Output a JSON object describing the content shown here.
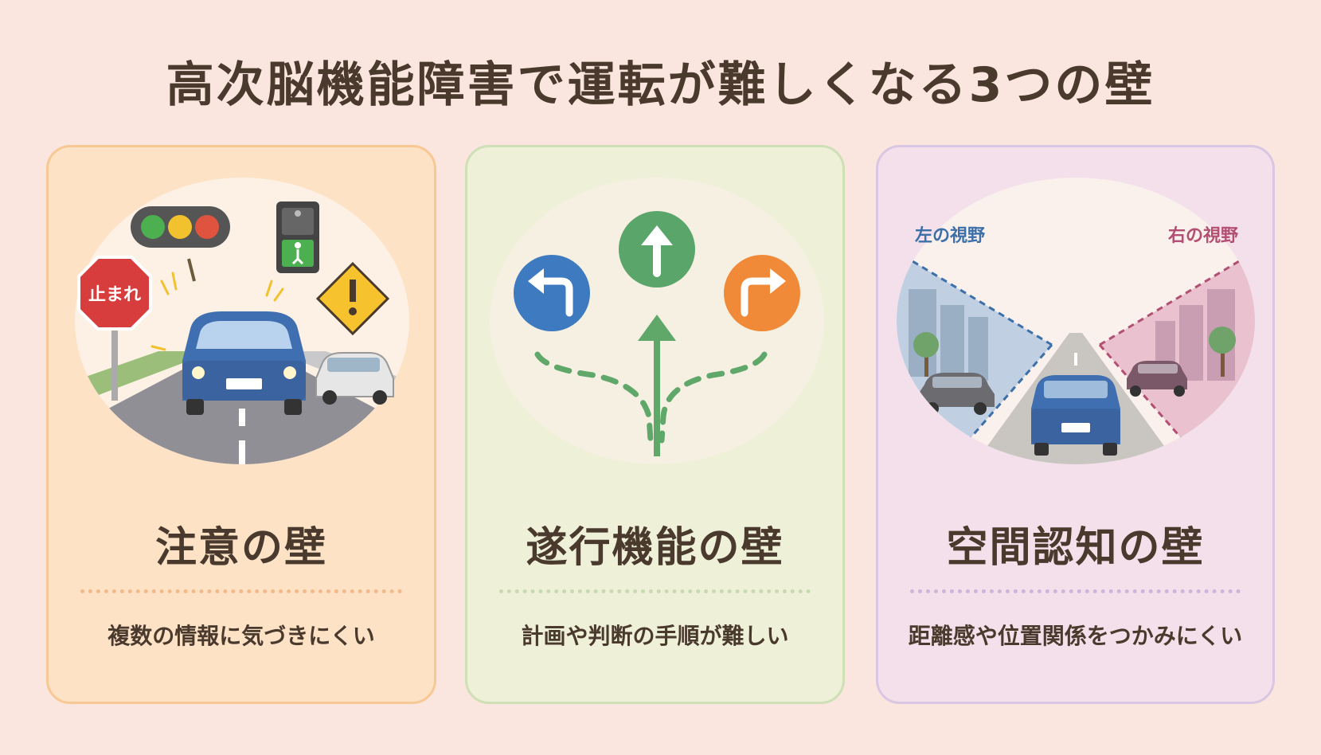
{
  "title": "高次脳機能障害で運転が難しくなる3つの壁",
  "cards": [
    {
      "title": "注意の壁",
      "description": "複数の情報に気づきにくい",
      "sign_text": "止まれ",
      "icons": [
        "traffic-light-icon",
        "pedestrian-signal-icon",
        "stop-sign-icon",
        "warning-sign-icon",
        "car-icon"
      ],
      "accent": "#f7c893"
    },
    {
      "title": "遂行機能の壁",
      "description": "計画や判断の手順が難しい",
      "icons": [
        "turn-left-icon",
        "straight-arrow-icon",
        "turn-right-icon"
      ],
      "accent": "#cfdfb6"
    },
    {
      "title": "空間認知の壁",
      "description": "距離感や位置関係をつかみにくい",
      "left_view_label": "左の視野",
      "right_view_label": "右の視野",
      "icons": [
        "car-icon",
        "building-icon",
        "tree-icon"
      ],
      "accent": "#d9c6e2"
    }
  ]
}
